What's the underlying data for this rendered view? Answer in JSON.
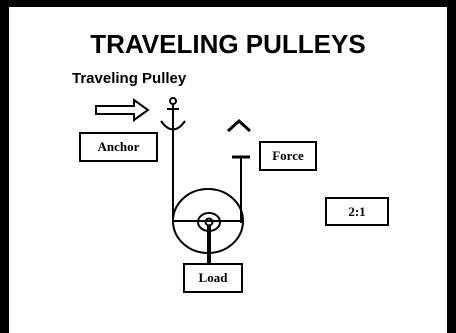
{
  "slide": {
    "title": "TRAVELING PULLEYS",
    "subtitle": "Traveling Pulley",
    "labels": {
      "anchor": "Anchor",
      "force": "Force",
      "ratio": "2:1",
      "load": "Load"
    }
  },
  "colors": {
    "frame": "#000000",
    "background": "#ffffff",
    "ink": "#000000"
  },
  "icons": [
    "right-arrow-icon",
    "anchor-icon",
    "force-direction-chevron-icon",
    "pulley-wheel-icon"
  ]
}
